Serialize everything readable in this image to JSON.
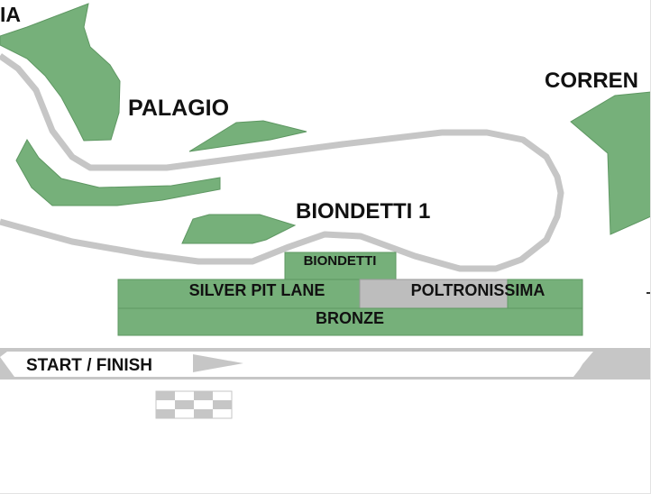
{
  "map": {
    "labels": {
      "ia": "IA",
      "palagio": "PALAGIO",
      "correntaio": "CORREN",
      "biondetti_1": "BIONDETTI 1",
      "start_finish": "START / FINISH"
    },
    "stands": {
      "biondetti": "BIONDETTI",
      "silver_pit_lane": "SILVER PIT LANE",
      "poltronissima": "POLTRONISSIMA",
      "bronze": "BRONZE"
    },
    "colors": {
      "grass": "#76b07a",
      "track": "#c6c6c6",
      "stand_green": "#76b07a",
      "stand_grey": "#bdbdbd",
      "background": "#ffffff"
    }
  }
}
